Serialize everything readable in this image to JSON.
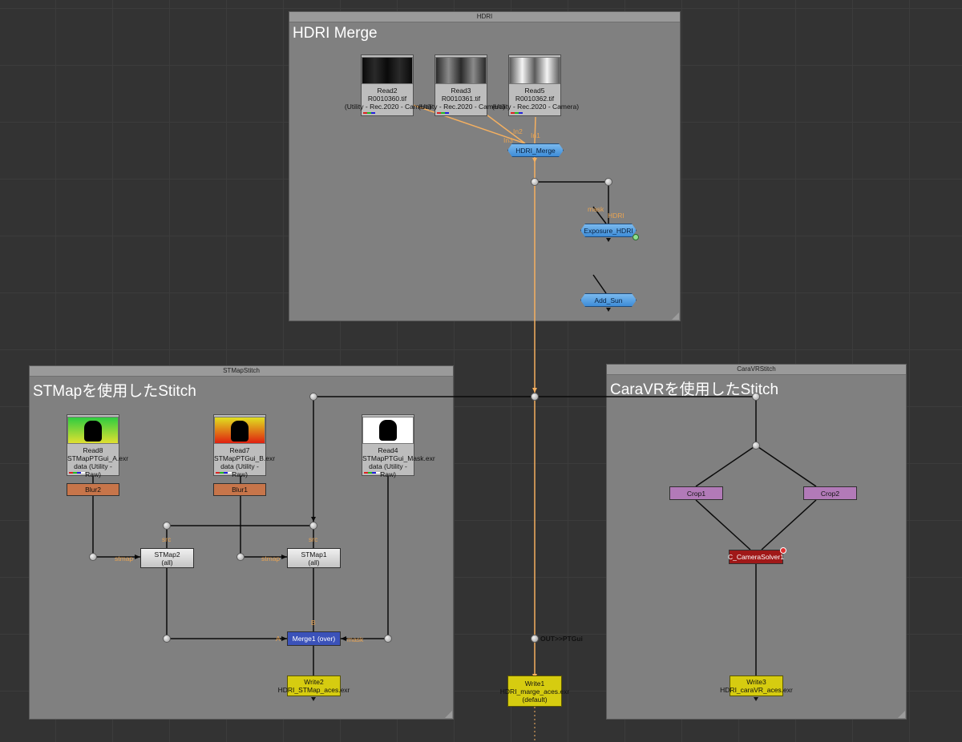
{
  "backdrops": {
    "hdri": {
      "label": "HDRI",
      "title": "HDRI Merge"
    },
    "stmap": {
      "label": "STMapStitch",
      "title": "STMapを使用したStitch"
    },
    "caravr": {
      "label": "CaraVRStitch",
      "title": "CaraVRを使用したStitch"
    }
  },
  "reads": {
    "read2": {
      "name": "Read2",
      "file": "R0010360.tif",
      "colorspace": "(Utility - Rec.2020 - Camera)"
    },
    "read3": {
      "name": "Read3",
      "file": "R0010361.tif",
      "colorspace": "(Utility - Rec.2020 - Camera)"
    },
    "read5": {
      "name": "Read5",
      "file": "R0010362.tif",
      "colorspace": "(Utility - Rec.2020 - Camera)"
    },
    "read8": {
      "name": "Read8",
      "file": "STMapPTGui_A.exr",
      "colorspace": "data (Utility - Raw)"
    },
    "read7": {
      "name": "Read7",
      "file": "STMapPTGui_B.exr",
      "colorspace": "data (Utility - Raw)"
    },
    "read4": {
      "name": "Read4",
      "file": "STMapPTGui_Mask.exr",
      "colorspace": "data (Utility - Raw)"
    }
  },
  "nodes": {
    "hdri_merge": "HDRI_Merge",
    "exposure_hdri": "Exposure_HDRI",
    "add_sun": "Add_Sun",
    "blur2": "Blur2",
    "blur1": "Blur1",
    "stmap2": {
      "name": "STMap2",
      "channels": "(all)"
    },
    "stmap1": {
      "name": "STMap1",
      "channels": "(all)"
    },
    "merge1": "Merge1 (over)",
    "crop1": "Crop1",
    "crop2": "Crop2",
    "camera_solver": "C_CameraSolver1",
    "write2": {
      "name": "Write2",
      "file": "HDRI_STMap_aces.exr"
    },
    "write1": {
      "name": "Write1",
      "file": "HDRI_marge_aces.exr",
      "extra": "(default)"
    },
    "write3": {
      "name": "Write3",
      "file": "HDRI_caraVR_aces.exr"
    }
  },
  "dot_labels": {
    "out_ptgui": "OUT>>PTGui"
  },
  "input_labels": {
    "in1": "In1",
    "in2": "In2",
    "in3": "In3",
    "mask": "mask",
    "hdri": "HDRI",
    "a": "A",
    "b": "B",
    "src": "src",
    "stmap": "stmap"
  },
  "colors": {
    "orange_wire": "#f5b060",
    "black_wire": "#0a0a0a",
    "group_node": "#4a98e0",
    "write_node": "#d6cc10",
    "blur_node": "#c7754a",
    "crop_node": "#b27ab8",
    "solver_node": "#a01818",
    "merge_node": "#3b52b9",
    "backdrop": "#808080"
  }
}
